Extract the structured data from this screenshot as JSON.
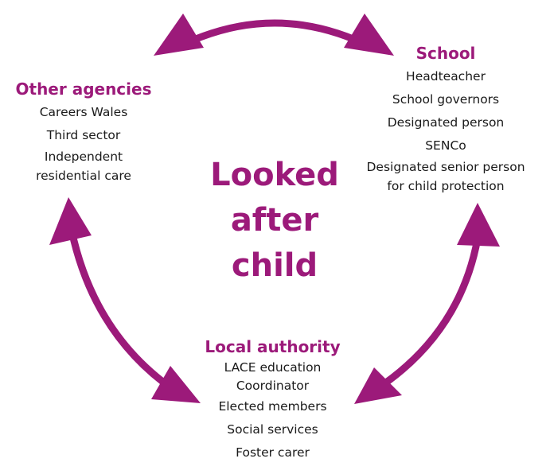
{
  "accent": "#9c1a7a",
  "center": [
    "Looked",
    "after",
    "child"
  ],
  "other_agencies": {
    "title": "Other agencies",
    "items": [
      "Careers Wales",
      "Third sector",
      "Independent",
      "residential care"
    ]
  },
  "school": {
    "title": "School",
    "items": [
      "Headteacher",
      "School governors",
      "Designated person",
      "SENCo",
      "Designated senior person",
      "for child protection"
    ]
  },
  "local_authority": {
    "title": "Local authority",
    "items": [
      "LACE education",
      "Coordinator",
      "Elected members",
      "Social services",
      "Foster carer"
    ]
  }
}
